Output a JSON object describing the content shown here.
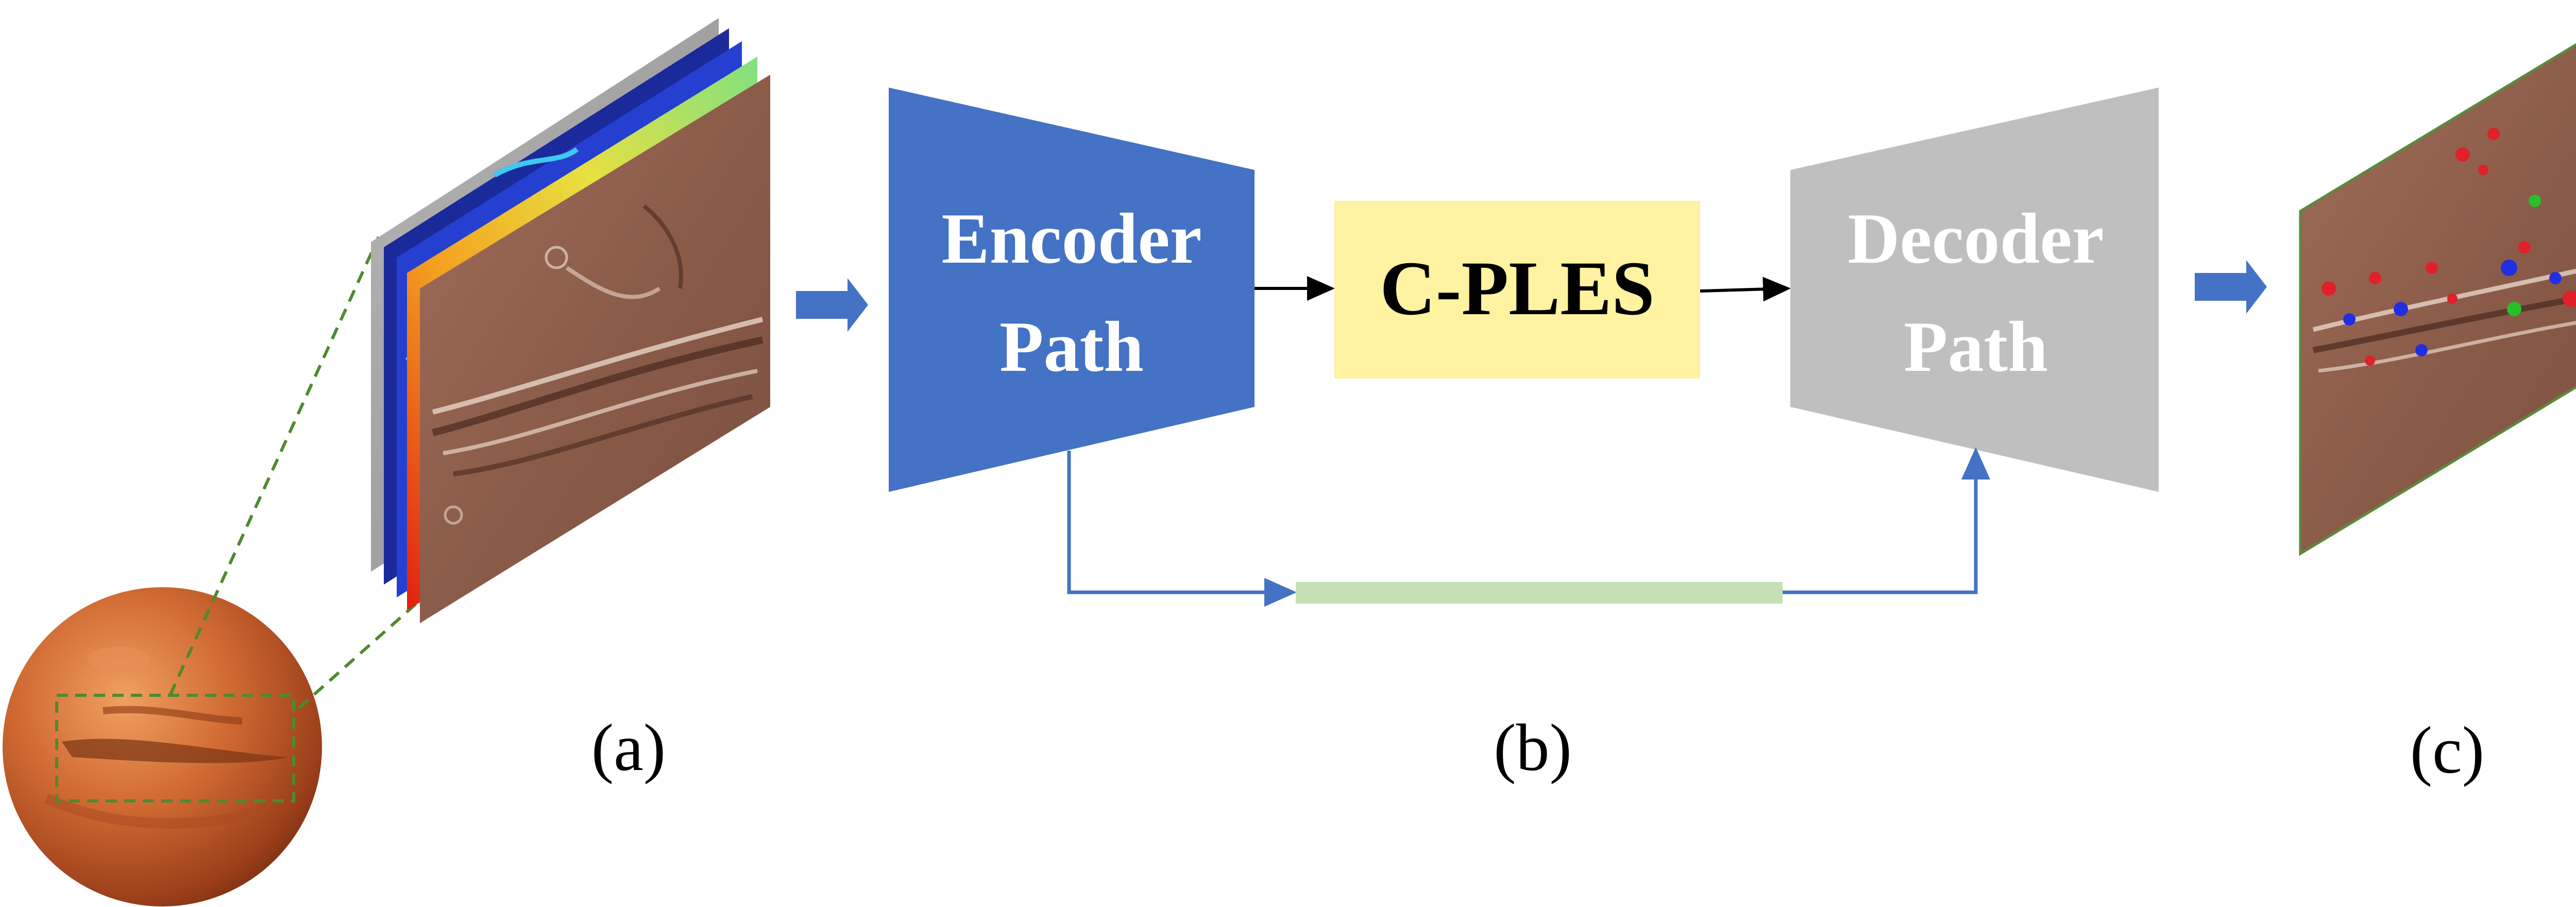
{
  "encoder": {
    "line1": "Encoder",
    "line2": "Path"
  },
  "bottleneck": {
    "label": "C-PLES"
  },
  "decoder": {
    "line1": "Decoder",
    "line2": "Path"
  },
  "captions": {
    "a": "(a)",
    "b": "(b)",
    "c": "(c)"
  },
  "colors": {
    "encoder_fill": "#4472C4",
    "bottleneck_fill": "#FFF2A0",
    "decoder_fill": "#BFBFBF",
    "skip_bar": "#C5E0B4",
    "arrow_blue": "#4472C4",
    "dashed_green": "#4E8A2E",
    "mars": "#C0622F"
  },
  "icons": {
    "planet": "mars-planet-icon",
    "input_stack": "multichannel-image-stack",
    "output": "segmentation-output-image"
  }
}
